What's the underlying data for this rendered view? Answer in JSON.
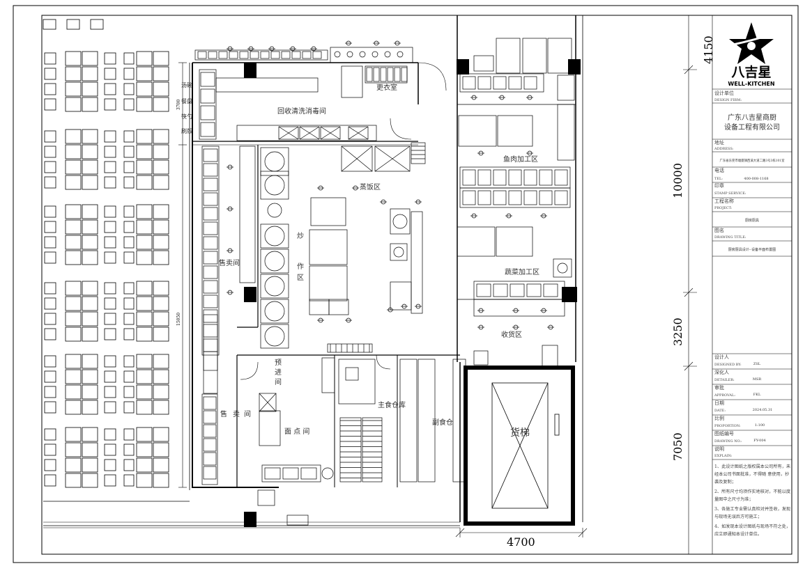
{
  "brand": {
    "name": "八吉星",
    "sub": "WELL-KITCHEN"
  },
  "title_block": {
    "design_firm_label": "设计单位",
    "design_firm_label_en": "DESIGN FIRM:",
    "firm_name_line1": "广东八吉星商厨",
    "firm_name_line2": "设备工程有限公司",
    "address_label": "地址",
    "address_label_en": "ADDRESS:",
    "address_value": "广东省东莞市塘厦镇西溪大道二路3号3栋101室",
    "tel_label": "电话",
    "tel_label_en": "TEL:",
    "tel_value": "400-008-1168",
    "stamp_label": "印章",
    "stamp_label_en": "STAMP SERVICE:",
    "project_label": "工程名称",
    "project_label_en": "PROJECT:",
    "project_value": "厨房厨具",
    "drawing_title_label": "图名",
    "drawing_title_label_en": "DRAWING TITLE:",
    "drawing_title_value": "厨房厨具设计--设备平面布置图",
    "designer_label": "设计人",
    "designer_label_en": "DESIGNED BY:",
    "designer_value": "ZSL",
    "detailer_label": "深化人",
    "detailer_label_en": "DETAILER:",
    "detailer_value": "MSR",
    "approval_label": "审批",
    "approval_label_en": "APPROVAL:",
    "approval_value": "FKL",
    "date_label": "日期",
    "date_label_en": "DATE:",
    "date_value": "2024.05.31",
    "proportion_label": "比例",
    "proportion_label_en": "PROPORTION:",
    "proportion_value": "1:100",
    "drawing_no_label": "图纸编号",
    "drawing_no_label_en": "DRAWING NO.:",
    "drawing_no_value": "FY-004",
    "explain_label": "说明",
    "explain_label_en": "EXPLAIN:",
    "notes": [
      "1、此设计图纸之版权属本公司所有，未",
      "经本公司书面批准，不得随 意使用，抄",
      "袭及复制；",
      "2、所有尺寸均须作实地核对，不能以度",
      "量图中之尺寸为准；",
      "3、各施工专业需认真检对并签收，发现",
      "与现场无误后方可施工；",
      "4、如发现本设计图纸与现场不符之处，",
      "应立即通知本设计单位。"
    ]
  },
  "dimensions": {
    "right_top": "4150",
    "right_mid": "10000",
    "right_low": "3250",
    "right_bottom": "7050",
    "bottom": "4700",
    "left_small": "3700",
    "left_large": "15050"
  },
  "rooms": {
    "washing": "回收清洗消毒间",
    "locker": "更衣室",
    "fish_meat": "鱼肉加工区",
    "steam": "蒸饭区",
    "stir_fry_1": "炒",
    "stir_fry_2": "作",
    "stir_fry_3": "区",
    "veg": "蔬菜加工区",
    "sales": "售卖间",
    "receiving": "收货区",
    "pre_1": "预",
    "pre_2": "进",
    "pre_3": "间",
    "sales2_1": "售",
    "sales2_2": "卖",
    "sales2_3": "间",
    "pastry": "面 点 间",
    "staple_store": "主食仓库",
    "sub_store": "副食仓",
    "elevator": "货梯"
  },
  "side_labels": [
    "汤碗",
    "餐盘",
    "筷勺",
    "刷版"
  ]
}
